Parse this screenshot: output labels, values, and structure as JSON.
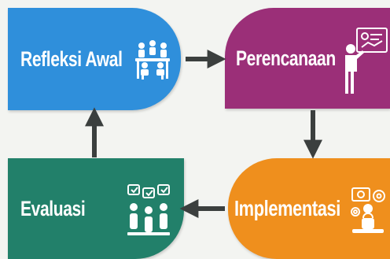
{
  "steps": {
    "refleksi_awal": {
      "label": "Refleksi Awal",
      "icon": "meeting-group-icon"
    },
    "perencanaan": {
      "label": "Perencanaan",
      "icon": "presenter-board-icon"
    },
    "implementasi": {
      "label": "Implementasi",
      "icon": "implementation-gears-icon"
    },
    "evaluasi": {
      "label": "Evaluasi",
      "icon": "people-feedback-icon"
    }
  },
  "colors": {
    "refleksi_awal": "#2f8fdb",
    "perencanaan": "#9b2f78",
    "implementasi": "#ef8f1d",
    "evaluasi": "#22806a",
    "arrow": "#3b3f3e",
    "background": "#f3f4f1"
  }
}
